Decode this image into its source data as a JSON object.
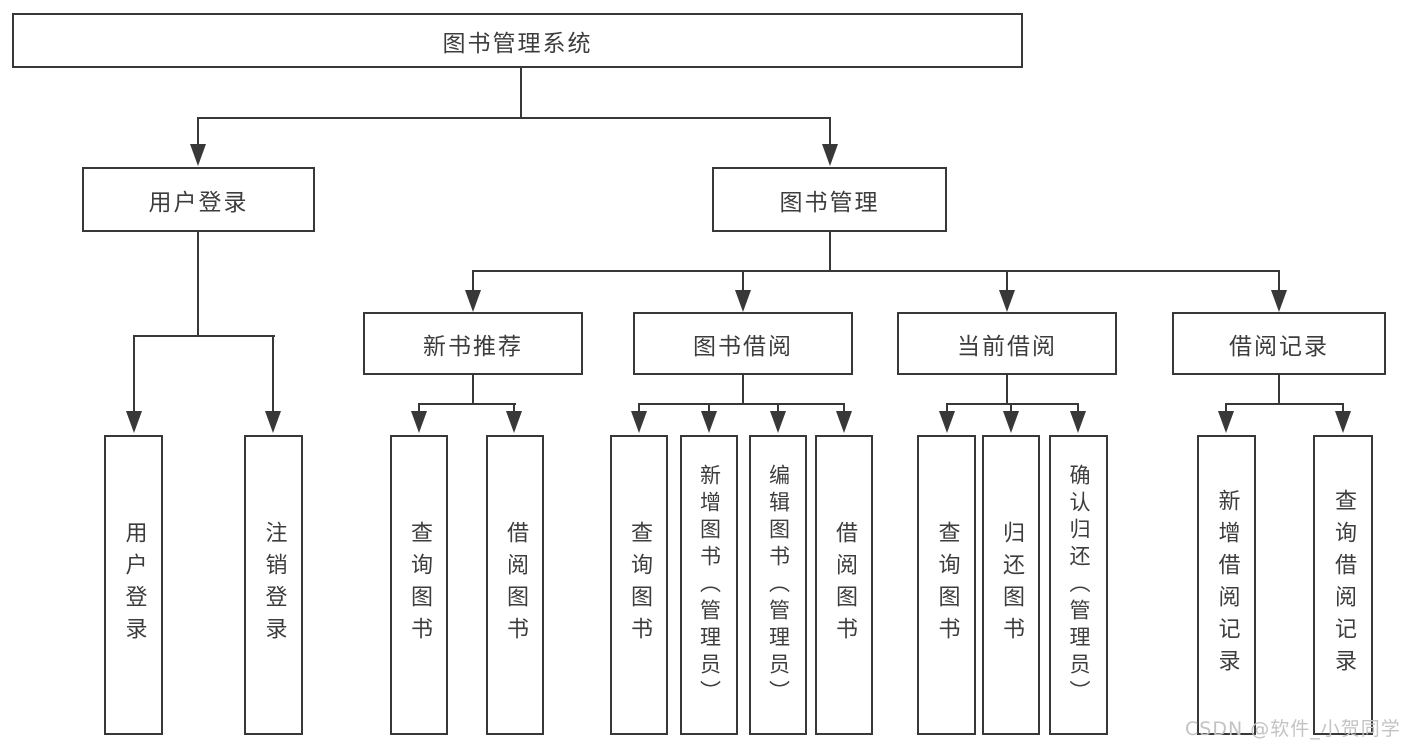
{
  "diagram": {
    "watermark": "CSDN @软件_小贺同学",
    "colors": {
      "line": "#383838",
      "text": "#3d3d3d",
      "background": "#ffffff",
      "watermark": "#c3c3c3"
    },
    "root": {
      "label": "图书管理系统",
      "children": [
        {
          "label": "用户登录",
          "children": [
            {
              "label": "用户登录"
            },
            {
              "label": "注销登录"
            }
          ]
        },
        {
          "label": "图书管理",
          "children": [
            {
              "label": "新书推荐",
              "children": [
                {
                  "label": "查询图书"
                },
                {
                  "label": "借阅图书"
                }
              ]
            },
            {
              "label": "图书借阅",
              "children": [
                {
                  "label": "查询图书"
                },
                {
                  "label": "新增图书（管理员）"
                },
                {
                  "label": "编辑图书（管理员）"
                },
                {
                  "label": "借阅图书"
                }
              ]
            },
            {
              "label": "当前借阅",
              "children": [
                {
                  "label": "查询图书"
                },
                {
                  "label": "归还图书"
                },
                {
                  "label": "确认归还（管理员）"
                }
              ]
            },
            {
              "label": "借阅记录",
              "children": [
                {
                  "label": "新增借阅记录"
                },
                {
                  "label": "查询借阅记录"
                }
              ]
            }
          ]
        }
      ]
    }
  }
}
